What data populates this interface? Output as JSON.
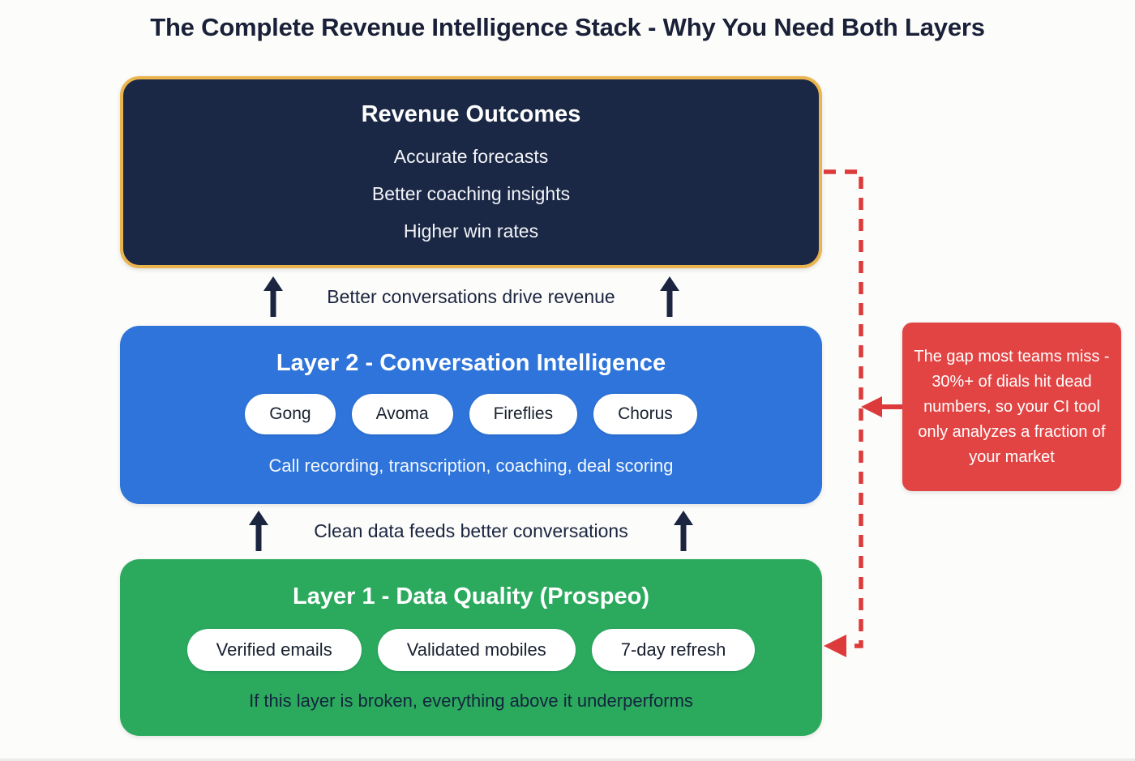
{
  "title": "The Complete Revenue Intelligence Stack - Why You Need Both Layers",
  "outcomes": {
    "title": "Revenue Outcomes",
    "items": [
      "Accurate forecasts",
      "Better coaching insights",
      "Higher win rates"
    ]
  },
  "connectors": {
    "top_label": "Better conversations drive revenue",
    "bottom_label": "Clean data feeds better conversations"
  },
  "layer2": {
    "title": "Layer 2 - Conversation Intelligence",
    "pills": [
      "Gong",
      "Avoma",
      "Fireflies",
      "Chorus"
    ],
    "caption": "Call recording, transcription, coaching, deal scoring"
  },
  "layer1": {
    "title": "Layer 1 - Data Quality (Prospeo)",
    "pills": [
      "Verified emails",
      "Validated mobiles",
      "7-day refresh"
    ],
    "caption": "If this layer is broken, everything above it underperforms"
  },
  "callout": {
    "text": "The gap most teams miss - 30%+ of dials hit dead numbers, so your CI tool only analyzes a fraction of your market"
  },
  "colors": {
    "navy": "#1b2845",
    "gold_border": "#eab54e",
    "blue": "#2e74da",
    "green": "#2baa5e",
    "red": "#e24444",
    "title_text": "#192038",
    "background": "#fcfcfa"
  }
}
